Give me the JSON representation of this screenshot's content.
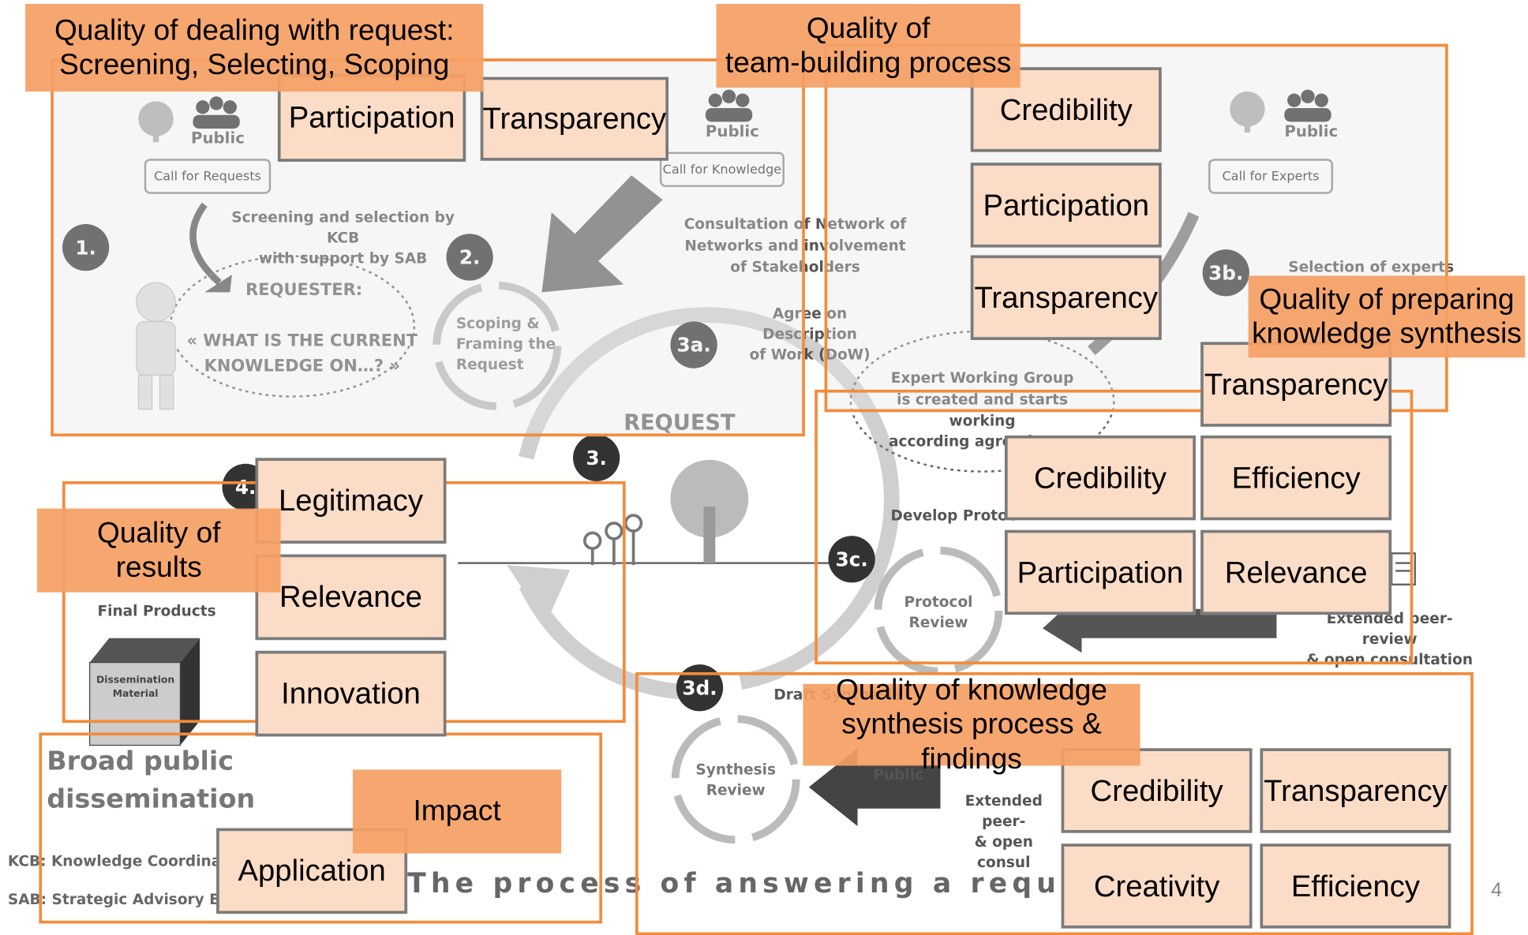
{
  "titles": {
    "request": "Quality of dealing with request:\nScreening, Selecting, Scoping",
    "team": "Quality of\nteam-building process",
    "synthesis_prep": "Quality of  preparing\nknowledge synthesis",
    "results": "Quality of\nresults",
    "process_findings": "Quality of knowledge\nsynthesis process & findings",
    "impact": "Impact"
  },
  "criteria": {
    "req_participation": "Participation",
    "req_transparency": "Transparency",
    "team_credibility": "Credibility",
    "team_participation": "Participation",
    "team_transparency": "Transparency",
    "prep_transparency": "Transparency",
    "prep_credibility": "Credibility",
    "prep_efficiency": "Efficiency",
    "prep_participation": "Participation",
    "prep_relevance": "Relevance",
    "res_legitimacy": "Legitimacy",
    "res_relevance": "Relevance",
    "res_innovation": "Innovation",
    "syn_credibility": "Credibility",
    "syn_transparency": "Transparency",
    "syn_creativity": "Creativity",
    "syn_efficiency": "Efficiency",
    "impact_application": "Application"
  },
  "background": {
    "public": "Public",
    "call_for_requests": "Call for Requests",
    "call_for_knowledge": "Call for Knowledge",
    "call_for_experts": "Call for Experts",
    "screening": "Screening and selection by KCB\nwith support by SAB",
    "requester": "REQUESTER:",
    "requester_question": "« WHAT IS THE CURRENT\nKNOWLEDGE ON…? »",
    "scoping": "Scoping &\nFraming the\nRequest",
    "consultation": "Consultation of Network of\nNetworks and involvement\nof  Stakeholders",
    "agree_dow": "Agree on Description\nof Work (DoW)",
    "selection_experts": "Selection of experts",
    "ewg": "Expert Working Group\nis created and starts working\naccording agreed DoW",
    "request_label": "REQUEST",
    "develop_protocol": "Develop Protoc",
    "protocol_review": "Protocol\nReview",
    "extended_peer_review": "Extended peer-review\n& open consultation",
    "final_products": "Final Products",
    "dissemination_material": "Dissemination\nMaterial",
    "broad_public": "Broad public\ndissemination",
    "kcb": "KCB: Knowledge Coordina",
    "sab": "SAB: Strategic Advisory B",
    "process_title": "The process of answering a request",
    "synthesis_review": "Synthesis\nReview",
    "draft_synthesis": "Draft Synthesis",
    "extended_peer_short": "Extended peer-\n& open consul",
    "page_number": "4"
  },
  "badges": {
    "b1": "1.",
    "b2": "2.",
    "b3": "3.",
    "b3a": "3a.",
    "b3b": "3b.",
    "b3c": "3c.",
    "b3d": "3d.",
    "b4": "4."
  },
  "colors": {
    "frame": "#f28c3c",
    "title_fill": "#f5a064",
    "criterion_fill": "#fbdcc6",
    "criterion_border": "#7b7b7b",
    "diagram_gray": "#9a9a9a"
  }
}
